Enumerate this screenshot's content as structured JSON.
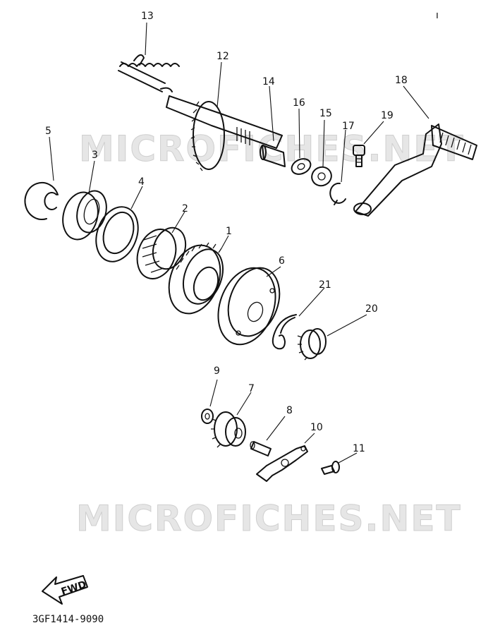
{
  "watermark": "MICROFICHES.NET",
  "corner_mark": "ı",
  "fwd_label": "FWD",
  "diagram_code": "3GF1414-9090",
  "callouts": {
    "c1": "1",
    "c2": "2",
    "c3": "3",
    "c4": "4",
    "c5": "5",
    "c6": "6",
    "c7": "7",
    "c8": "8",
    "c9": "9",
    "c10": "10",
    "c11": "11",
    "c12": "12",
    "c13": "13",
    "c14": "14",
    "c15": "15",
    "c16": "16",
    "c17": "17",
    "c18": "18",
    "c19": "19",
    "c20": "20",
    "c21": "21"
  }
}
